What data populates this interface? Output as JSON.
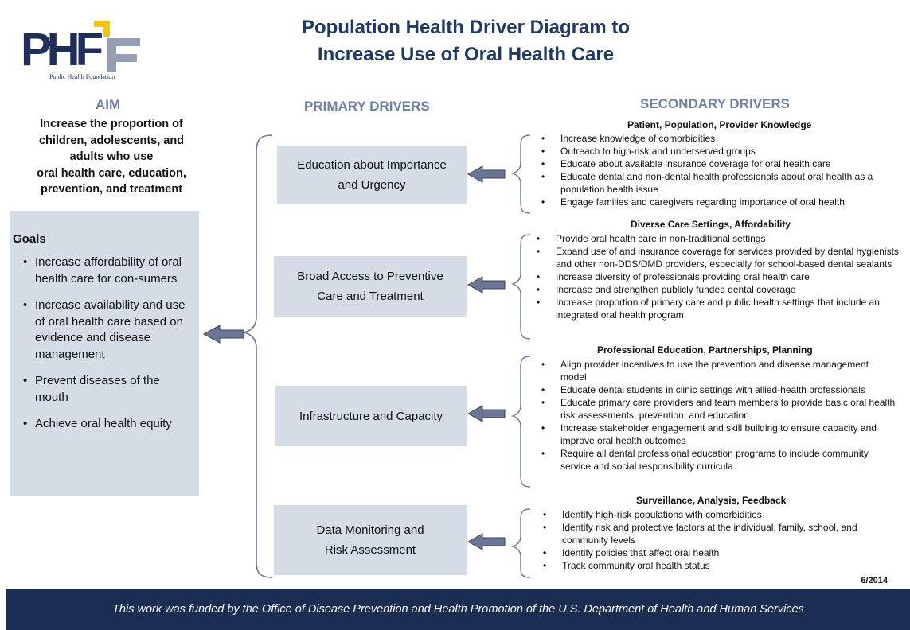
{
  "title": {
    "line1": "Population Health Driver Diagram to",
    "line2": "Increase Use of Oral Health Care"
  },
  "logo": {
    "text": "PHF",
    "caption": "Public Health Foundation",
    "colors": {
      "navy": "#1f2f5a",
      "gold": "#f2c318",
      "gray": "#8a93ad"
    }
  },
  "headers": {
    "aim": "AIM",
    "primary": "PRIMARY DRIVERS",
    "secondary": "SECONDARY DRIVERS"
  },
  "aim": {
    "lines": [
      "Increase the proportion of",
      "children, adolescents, and",
      "adults who use",
      "oral health care, education,",
      "prevention, and treatment"
    ]
  },
  "goals": {
    "title": "Goals",
    "items": [
      "Increase affordability of oral health care for con-sumers",
      "Increase availability and use of oral health care based on evidence and disease management",
      "Prevent diseases of the mouth",
      "Achieve oral health equity"
    ]
  },
  "primary_drivers": [
    {
      "line1": "Education about Importance",
      "line2": "and Urgency"
    },
    {
      "line1": "Broad Access to Preventive",
      "line2": "Care and Treatment"
    },
    {
      "line1": "Infrastructure and Capacity",
      "line2": ""
    },
    {
      "line1": "Data Monitoring and",
      "line2": "Risk Assessment"
    }
  ],
  "secondary_drivers": [
    {
      "heading": "Patient, Population, Provider Knowledge",
      "items": [
        "Increase knowledge of comorbidities",
        "Outreach to high-risk and underserved groups",
        "Educate about available insurance coverage for oral health care",
        "Educate dental and non-dental health professionals about oral health as a population health issue",
        "Engage families and caregivers regarding importance of oral health"
      ]
    },
    {
      "heading": "Diverse Care Settings, Affordability",
      "items": [
        "Provide oral health care in non-traditional settings",
        "Expand use of and insurance coverage for services provided by dental hygienists and other non-DDS/DMD providers, especially for school-based dental sealants",
        "Increase diversity of professionals providing oral health care",
        "Increase and strengthen publicly funded dental coverage",
        "Increase proportion of primary care and public health settings that include an integrated oral health program"
      ]
    },
    {
      "heading": "Professional Education, Partnerships, Planning",
      "items": [
        "Align provider incentives to use the prevention and disease management model",
        "Educate dental students in clinic settings with allied-health professionals",
        "Educate primary care providers and team members to provide basic oral health risk assessments, prevention, and education",
        "Increase stakeholder engagement and skill building to ensure capacity and improve oral health outcomes",
        "Require all dental professional education programs to include community service and social responsibility curricula"
      ]
    },
    {
      "heading": "Surveillance, Analysis, Feedback",
      "items": [
        "Identify high-risk populations with comorbidities",
        "Identify risk and protective factors at the individual, family, school, and community levels",
        "Identify policies that affect oral health",
        "Track community oral health status"
      ]
    }
  ],
  "date": "6/2014",
  "footer": "This work was funded by the Office of Disease Prevention and Health Promotion of the U.S. Department of Health and Human Services",
  "colors": {
    "title": "#1f3864",
    "header": "#6f7fa8",
    "box_fill": "#d6dce6",
    "arrow": "#6b7594",
    "footer_bg": "#1a2d52"
  }
}
